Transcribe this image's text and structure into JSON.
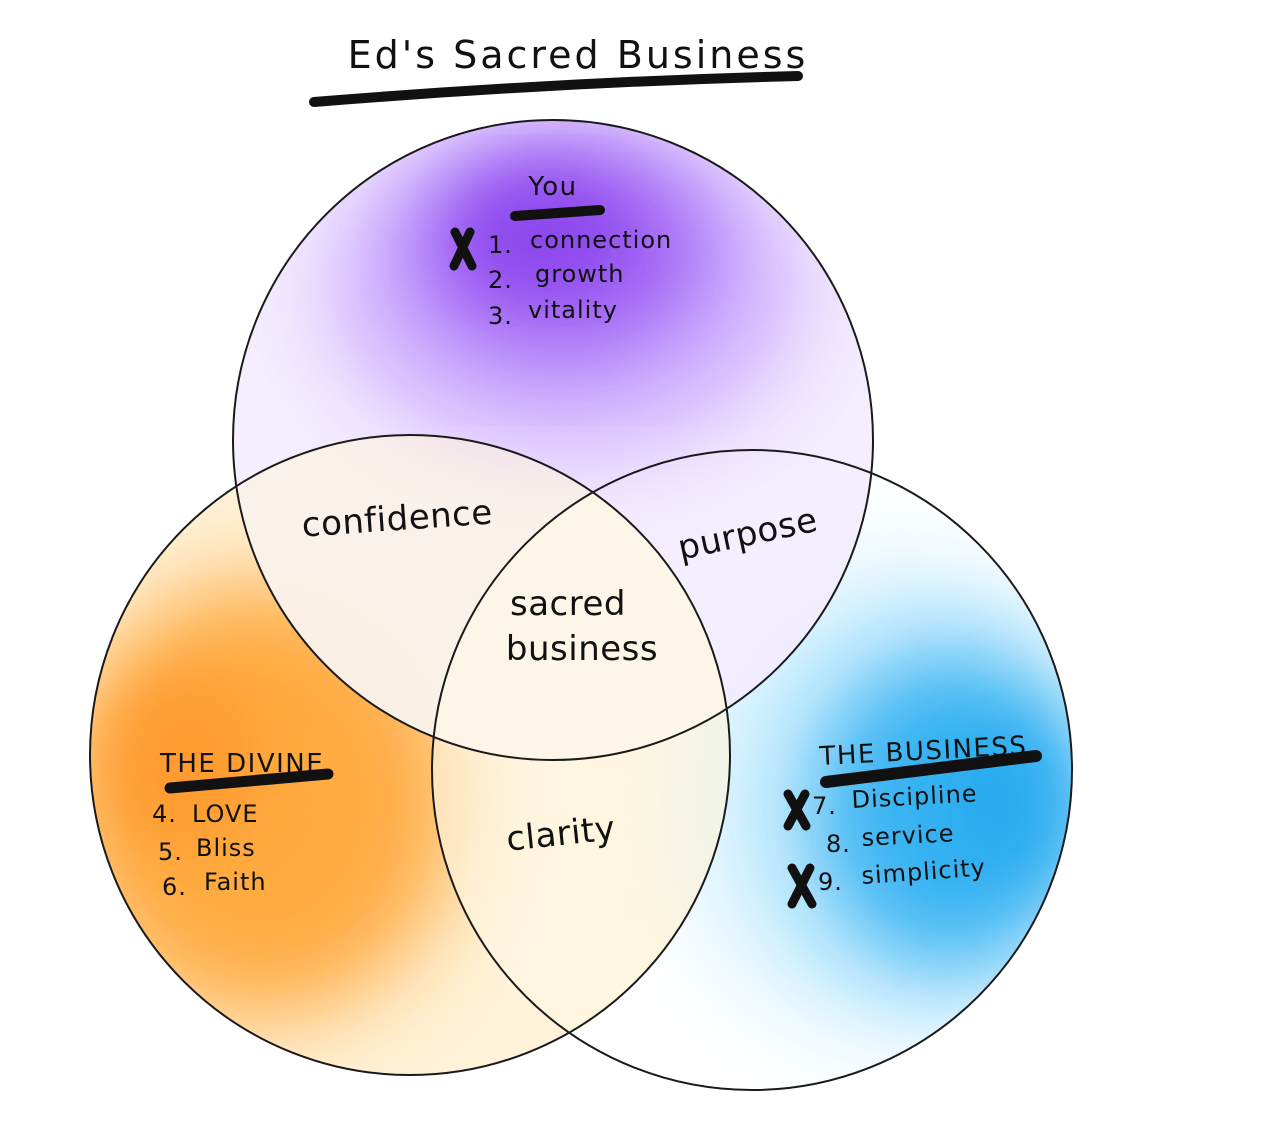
{
  "title": "Ed's Sacred Business",
  "circles": {
    "you": {
      "heading": "You",
      "color": "#8a3ff0",
      "items": [
        {
          "number": "1.",
          "label": "connection",
          "marked": true
        },
        {
          "number": "2.",
          "label": "growth",
          "marked": false
        },
        {
          "number": "3.",
          "label": "vitality",
          "marked": false
        }
      ]
    },
    "divine": {
      "heading": "THE DIVINE",
      "color": "#ff9a1f",
      "items": [
        {
          "number": "4.",
          "label": "LOVE",
          "marked": false
        },
        {
          "number": "5.",
          "label": "Bliss",
          "marked": false
        },
        {
          "number": "6.",
          "label": "Faith",
          "marked": false
        }
      ]
    },
    "business": {
      "heading": "THE BUSINESS",
      "color": "#1ea8f0",
      "items": [
        {
          "number": "7.",
          "label": "Discipline",
          "marked": true
        },
        {
          "number": "8.",
          "label": "service",
          "marked": false
        },
        {
          "number": "9.",
          "label": "simplicity",
          "marked": true
        }
      ]
    }
  },
  "overlaps": {
    "you_divine": "confidence",
    "you_business": "purpose",
    "divine_business": "clarity",
    "center": [
      "sacred",
      "business"
    ]
  }
}
